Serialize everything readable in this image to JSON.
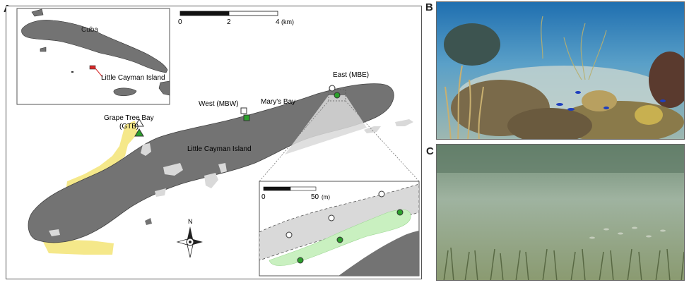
{
  "panels": {
    "a": "A",
    "b": "B",
    "c": "C"
  },
  "inset_caribbean": {
    "cuba_label": "Cuba",
    "island_label": "Little Cayman Island"
  },
  "scale_bar_main": {
    "tick_0": "0",
    "tick_2": "2",
    "tick_4": "4",
    "unit": "(km)"
  },
  "main_map": {
    "island_label": "Little Cayman Island",
    "bay_label": "Mary's Bay",
    "gtb_label_line1": "Grape Tree Bay",
    "gtb_label_line2": "(GTB)",
    "west_label": "West (MBW)",
    "east_label": "East (MBE)",
    "north_label": "N"
  },
  "scale_bar_inset": {
    "tick_0": "0",
    "tick_50": "50",
    "unit": "(m)"
  },
  "colors": {
    "land": "#737373",
    "lagoon": "#d9d9d9",
    "seagrass_yellow": "#f5e88a",
    "seagrass_green": "#c9f0c0",
    "site_green": "#2ca02c",
    "marker_red": "#d62728",
    "ocean_reef_blue": "#2f7fbf",
    "seagrass_water": "#8fa88a"
  },
  "icons": [
    "compass-rose-icon",
    "open-circle-marker",
    "filled-circle-marker",
    "open-square-marker",
    "filled-square-marker",
    "open-triangle-marker",
    "filled-triangle-marker"
  ]
}
